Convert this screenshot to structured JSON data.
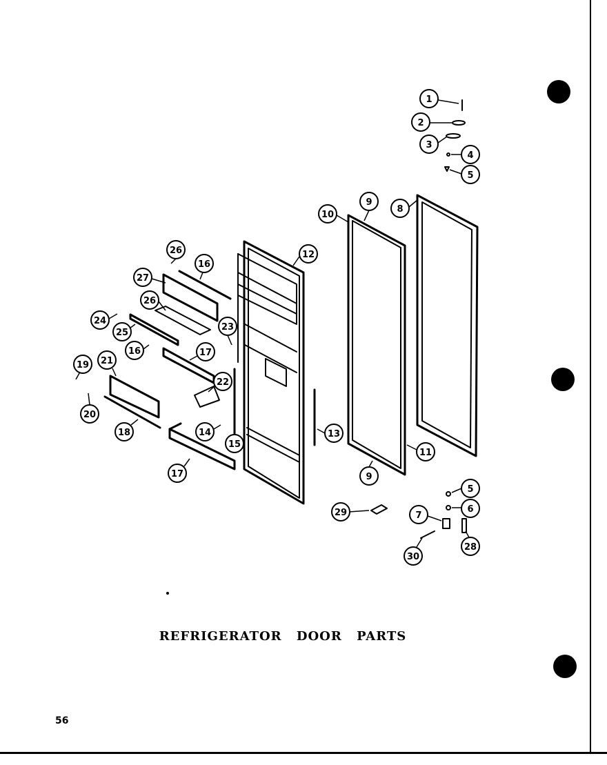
{
  "title": "REFRIGERATOR DOOR PARTS",
  "page_number": "56",
  "callouts": {
    "c1": "1",
    "c2": "2",
    "c3": "3",
    "c4": "4",
    "c5a": "5",
    "c6": "8",
    "c9a": "9",
    "c10": "10",
    "c12": "12",
    "c11": "11",
    "c9b": "9",
    "c13": "13",
    "c26a": "26",
    "c16a": "16",
    "c27": "27",
    "c26b": "26",
    "c23": "23",
    "c24": "24",
    "c25": "25",
    "c16b": "16",
    "c17a": "17",
    "c19": "19",
    "c21": "21",
    "c22": "22",
    "c20": "20",
    "c18": "18",
    "c14": "14",
    "c15": "15",
    "c17b": "17",
    "c5b": "5",
    "c6b": "6",
    "c7": "7",
    "c29": "29",
    "c30": "30",
    "c28": "28"
  }
}
